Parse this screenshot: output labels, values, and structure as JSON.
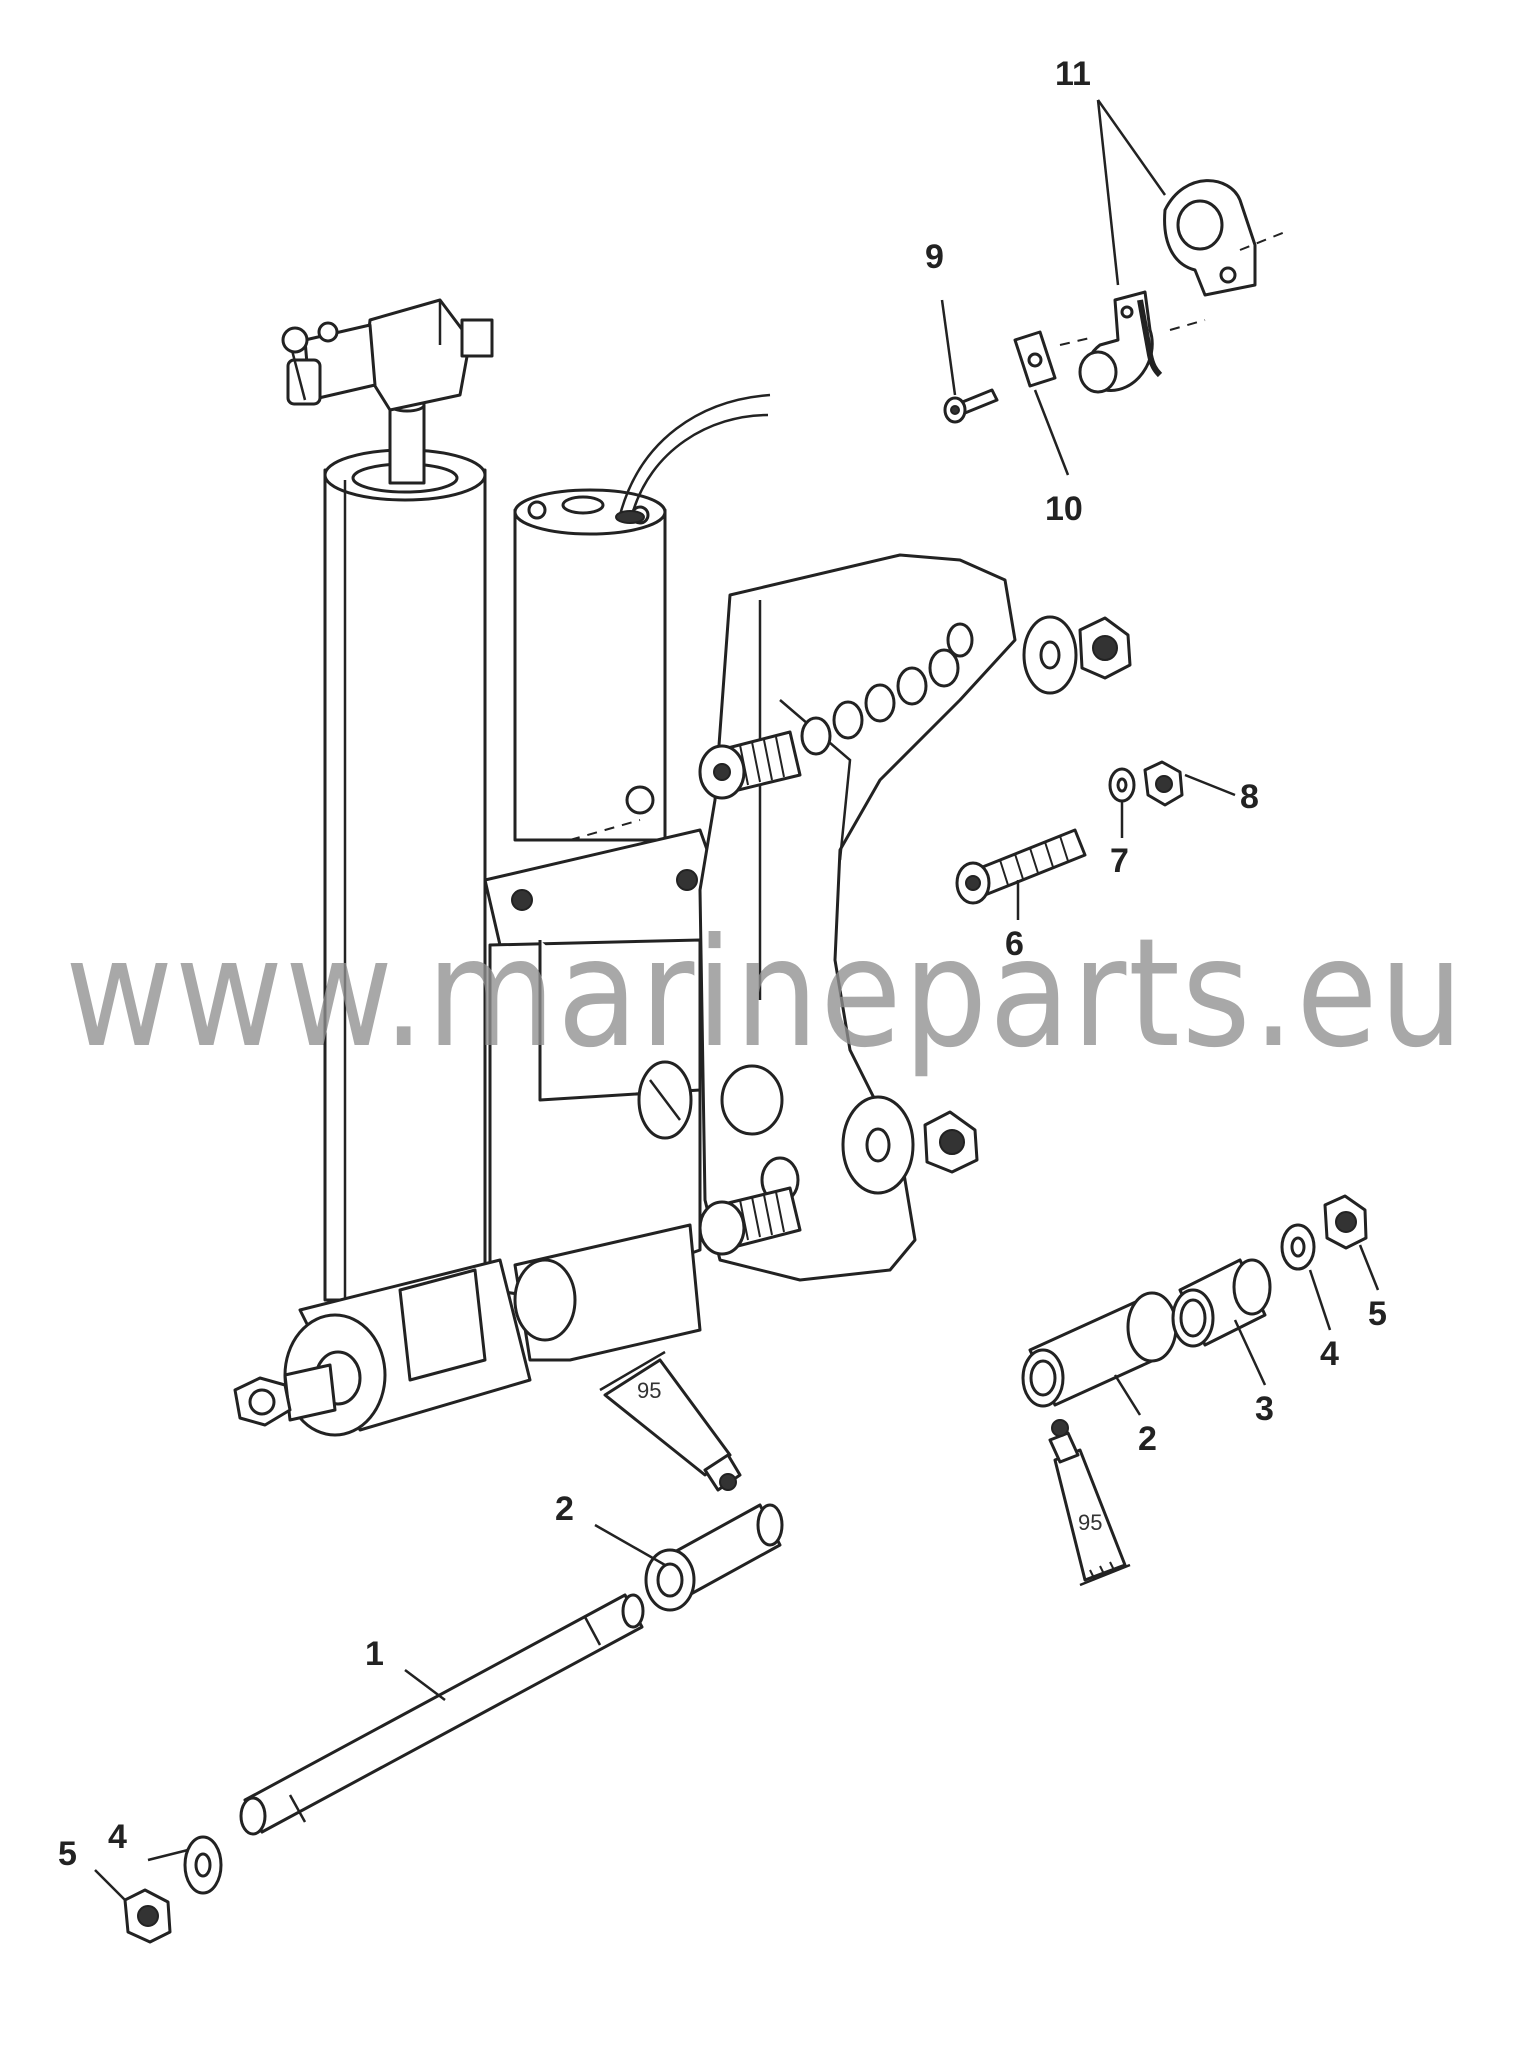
{
  "watermark": "www.marineparts.eu",
  "tube_label": "95",
  "callouts": [
    "1",
    "2",
    "3",
    "4",
    "5",
    "6",
    "7",
    "8",
    "9",
    "10",
    "11"
  ]
}
